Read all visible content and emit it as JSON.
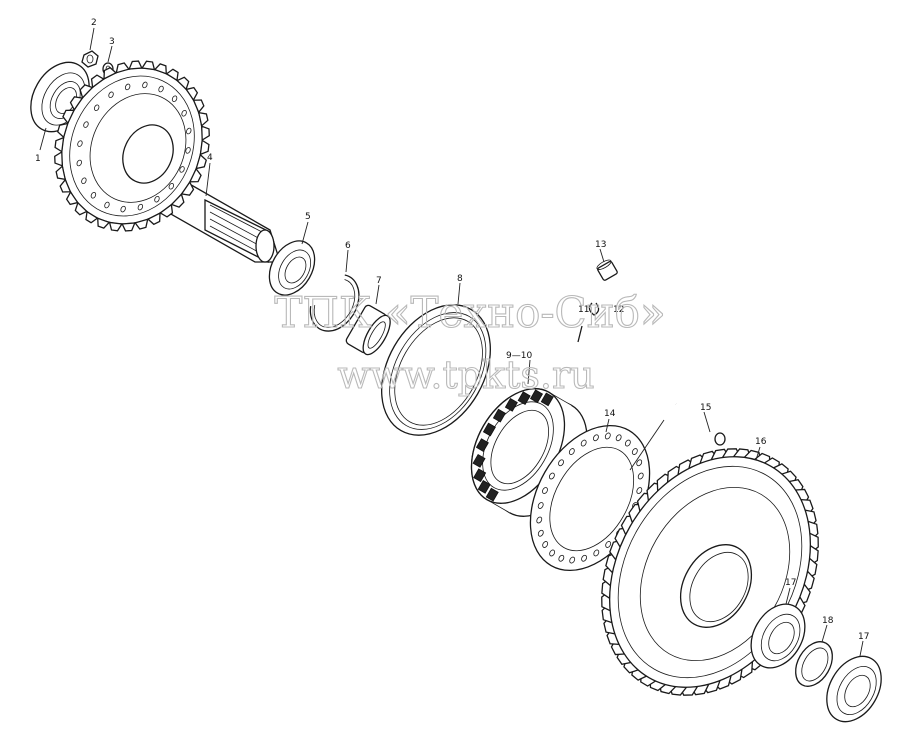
{
  "watermark": {
    "line1": "ТПК «Техно-Сиб»",
    "line2": "www.tpkts.ru"
  },
  "callouts": [
    {
      "id": "c1",
      "text": "1"
    },
    {
      "id": "c2",
      "text": "2"
    },
    {
      "id": "c3",
      "text": "3"
    },
    {
      "id": "c4",
      "text": "4"
    },
    {
      "id": "c5",
      "text": "5"
    },
    {
      "id": "c6",
      "text": "6"
    },
    {
      "id": "c7",
      "text": "7"
    },
    {
      "id": "c8",
      "text": "8"
    },
    {
      "id": "c9",
      "text": "9—10"
    },
    {
      "id": "c11",
      "text": "11"
    },
    {
      "id": "c12",
      "text": "12"
    },
    {
      "id": "c13",
      "text": "13"
    },
    {
      "id": "c14",
      "text": "14"
    },
    {
      "id": "c15",
      "text": "15"
    },
    {
      "id": "c16",
      "text": "16"
    },
    {
      "id": "c17a",
      "text": "17"
    },
    {
      "id": "c18",
      "text": "18"
    },
    {
      "id": "c17b",
      "text": "17"
    }
  ]
}
